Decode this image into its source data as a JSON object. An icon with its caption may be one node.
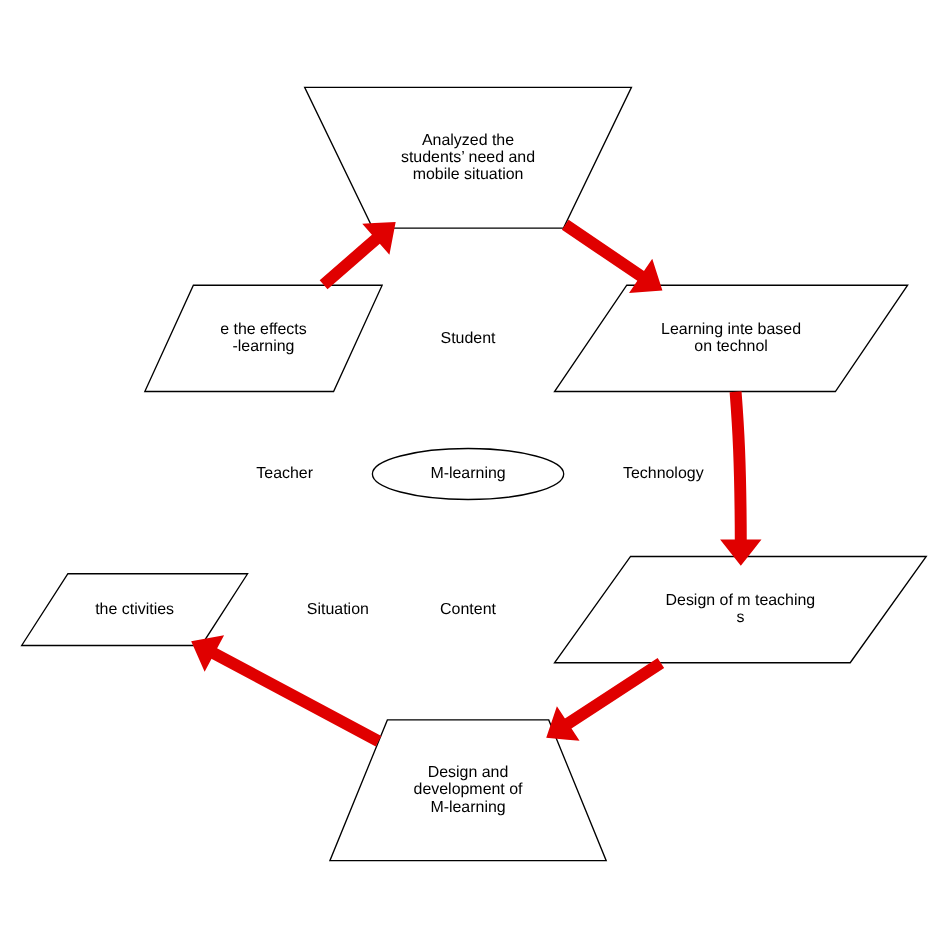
{
  "diagram": {
    "nodes": [
      {
        "text": [
          "Analyzed the students’ need and mobile situation"
        ]
      },
      {
        "text": [
          "Learning inte based on technol"
        ]
      },
      {
        "text": [
          "Design of m teaching s"
        ]
      },
      {
        "text": [
          "Design and development of M-learning"
        ]
      },
      {
        "text": [
          "the ctivities"
        ]
      },
      {
        "text": [
          "e the effects -learning"
        ]
      },
      {
        "text": [
          "M-learning"
        ]
      }
    ],
    "edges": [
      {
        "from": 5,
        "to": 0,
        "arrow": "to"
      },
      {
        "from": 0,
        "to": 1,
        "arrow": "to"
      },
      {
        "from": 1,
        "to": 2,
        "arrow": "to"
      },
      {
        "from": 2,
        "to": 3,
        "arrow": "to"
      },
      {
        "from": 3,
        "to": 4,
        "arrow": "to"
      }
    ],
    "labels": [
      "Student",
      "Teacher",
      "Technology",
      "Situation",
      "Content"
    ]
  }
}
